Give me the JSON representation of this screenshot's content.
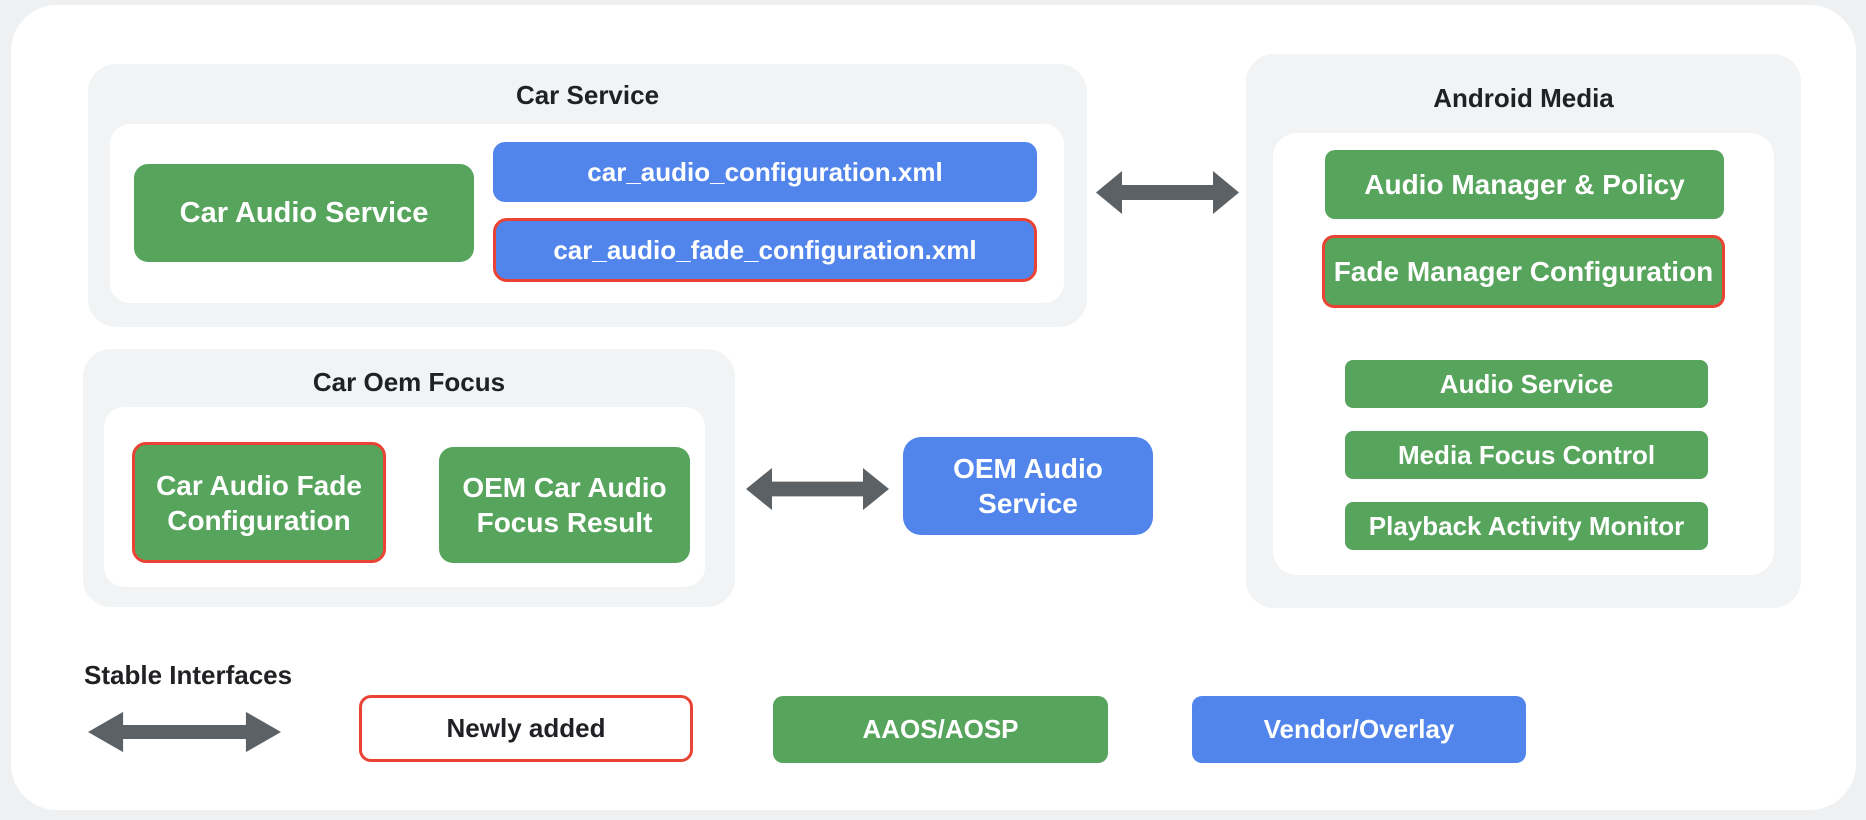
{
  "palette": {
    "green": "#57A45C",
    "blue": "#5185EC",
    "red": "#E94335",
    "arrow_gray": "#5C6165",
    "container_gray": "#F1F3F4",
    "text_dark": "#202124",
    "outer_bg": "#EEF0F2",
    "slide_bg": "#FFFFFF"
  },
  "car_service": {
    "title": "Car Service",
    "car_audio_service": "Car Audio Service",
    "config_xml": "car_audio_configuration.xml",
    "fade_config_xml": "car_audio_fade_configuration.xml"
  },
  "android_media": {
    "title": "Android Media",
    "audio_manager_policy": "Audio Manager & Policy",
    "fade_manager_configuration": "Fade Manager Configuration",
    "audio_service": "Audio Service",
    "media_focus_control": "Media Focus Control",
    "playback_activity_monitor": "Playback Activity Monitor"
  },
  "car_oem_focus": {
    "title": "Car Oem Focus",
    "car_audio_fade_configuration": "Car Audio Fade Configuration",
    "oem_car_audio_focus_result": "OEM Car Audio Focus Result"
  },
  "oem_audio_service": {
    "label": "OEM Audio Service"
  },
  "legend": {
    "stable_interfaces": "Stable Interfaces",
    "newly_added": "Newly added",
    "aaos_aosp": "AAOS/AOSP",
    "vendor_overlay": "Vendor/Overlay"
  }
}
